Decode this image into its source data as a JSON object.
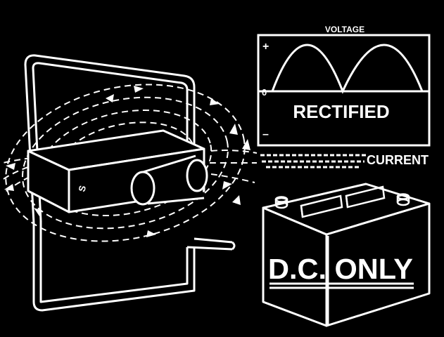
{
  "graph": {
    "title": "VOLTAGE",
    "plus": "+",
    "zero": "0",
    "minus": "–",
    "caption": "RECTIFIED",
    "axis_label": "CURRENT"
  },
  "magnet": {
    "pole": "S"
  },
  "battery": {
    "label": "D.C. ONLY"
  },
  "colors": {
    "background": "#000000",
    "line": "#ffffff"
  }
}
